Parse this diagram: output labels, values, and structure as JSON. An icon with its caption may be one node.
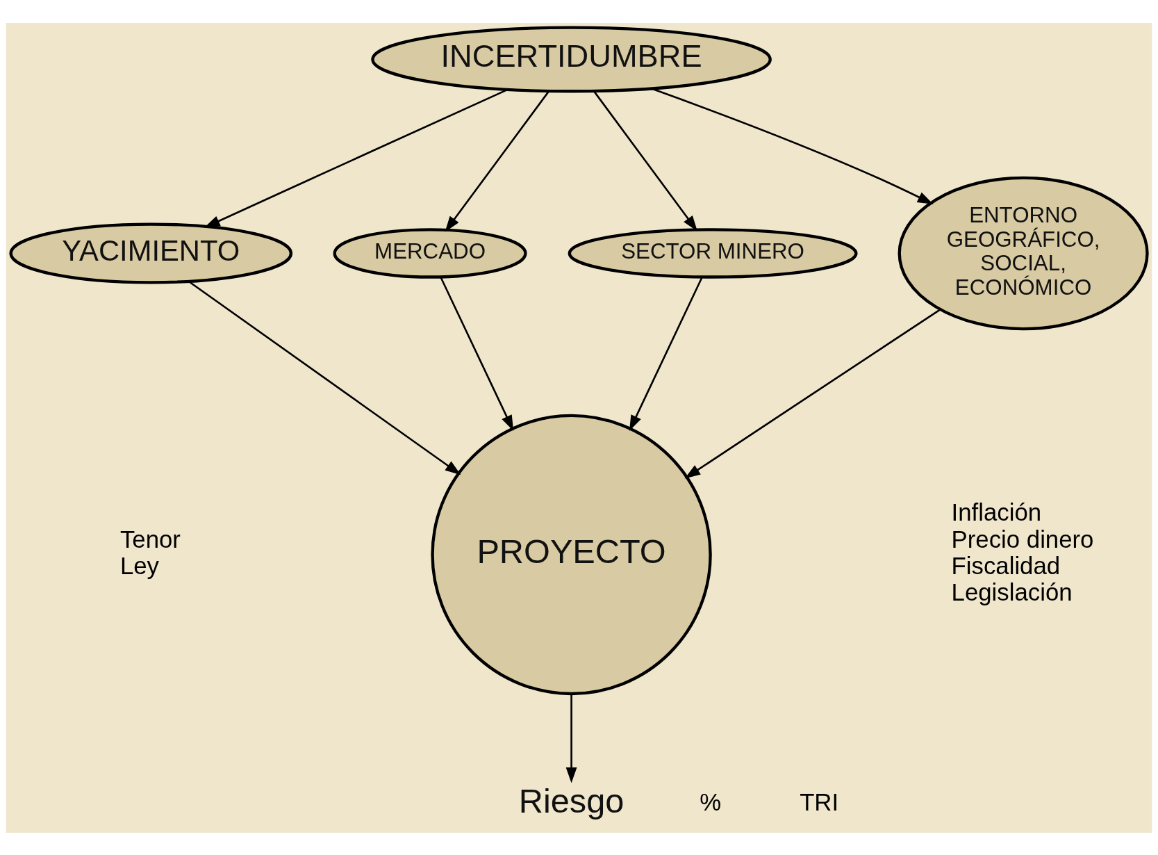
{
  "diagram": {
    "nodes": [
      {
        "text": [
          "INCERTIDUMBRE"
        ]
      },
      {
        "text": [
          "YACIMIENTO"
        ],
        "beside": [
          "Tenor",
          "Ley"
        ]
      },
      {
        "text": [
          "MERCADO"
        ]
      },
      {
        "text": [
          "SECTOR MINERO"
        ]
      },
      {
        "text": [
          "ENTORNO GEOGRÁFICO, SOCIAL, ECONÓMICO"
        ],
        "beside": [
          "Inflación",
          "Precio dinero",
          "Fiscalidad",
          "Legislación"
        ]
      },
      {
        "text": [
          "PROYECTO"
        ]
      },
      {
        "text": [
          "Riesgo"
        ]
      }
    ],
    "edges": [
      {
        "from": 0,
        "to": 1,
        "arrow": "to"
      },
      {
        "from": 0,
        "to": 2,
        "arrow": "to"
      },
      {
        "from": 0,
        "to": 3,
        "arrow": "to"
      },
      {
        "from": 0,
        "to": 4,
        "arrow": "to"
      },
      {
        "from": 1,
        "to": 5,
        "arrow": "to"
      },
      {
        "from": 2,
        "to": 5,
        "arrow": "to"
      },
      {
        "from": 3,
        "to": 5,
        "arrow": "to"
      },
      {
        "from": 4,
        "to": 5,
        "arrow": "to"
      },
      {
        "from": 5,
        "to": 6,
        "arrow": "to"
      }
    ],
    "labels": [
      "%",
      "TRI"
    ]
  }
}
